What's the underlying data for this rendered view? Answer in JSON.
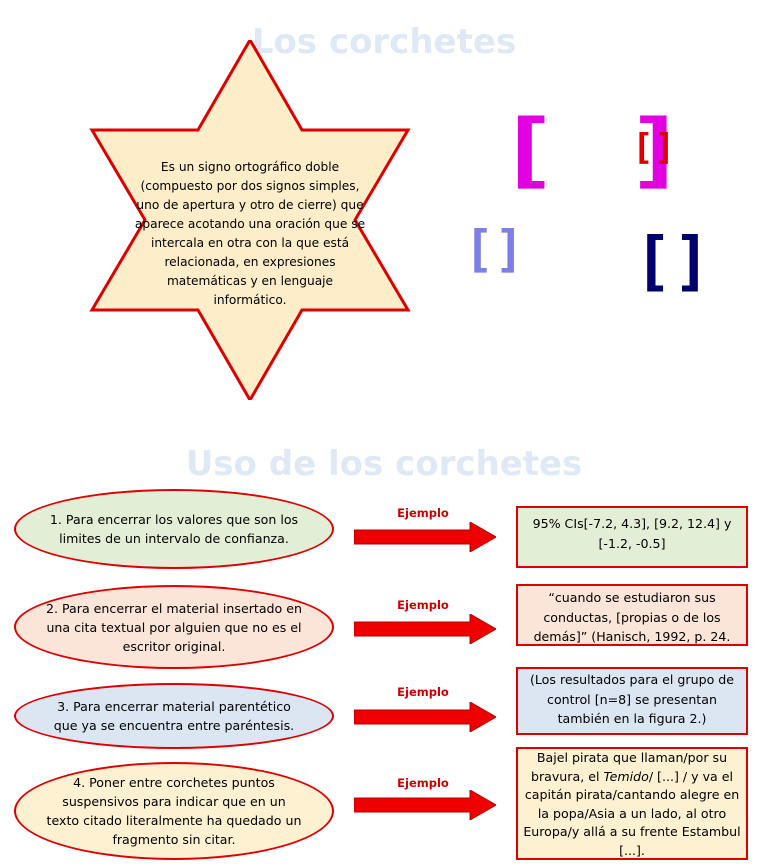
{
  "titles": {
    "main": "Los corchetes",
    "uso": "Uso de los corchetes"
  },
  "definition": "Es un signo ortográfico doble (compuesto por dos signos simples, uno de apertura y otro de cierre) que aparece acotando una oración que se intercala en otra con la que está relacionada, en expresiones matemáticas y en lenguaje informático.",
  "bracket_samples": [
    "[ ]",
    "[]",
    "[]",
    "[]"
  ],
  "colors": {
    "title": "#dfe9f6",
    "star_fill": "#fdeec9",
    "border_red": "#dd0000",
    "arrow_red": "#ee0000",
    "bracket_magenta": "#e000e0",
    "bracket_red": "#dd0000",
    "bracket_lavender": "#7b7fe6",
    "bracket_navy": "#00006e"
  },
  "uses": [
    {
      "text": "1. Para encerrar los valores que son los limites de un intervalo de confianza.",
      "label": "Ejemplo",
      "example": "95% CIs[-7.2, 4.3], [9.2, 12.4] y [-1.2, -0.5]"
    },
    {
      "text": "2. Para encerrar el material insertado en una cita textual por alguien que no es el escritor original.",
      "label": "Ejemplo",
      "example": "“cuando se estudiaron sus conductas, [propias o de los demás]” (Hanisch, 1992, p. 24."
    },
    {
      "text": "3. Para encerrar material parentético que ya se encuentra entre paréntesis.",
      "label": "Ejemplo",
      "example": "(Los resultados para el grupo de control [n=8] se presentan también en la figura 2.)"
    },
    {
      "text": "4. Poner entre corchetes puntos suspensivos para indicar que en un texto citado literalmente ha quedado un fragmento sin citar.",
      "label": "Ejemplo",
      "example_pre": "Bajel pirata que llaman/por su bravura, el ",
      "example_italic": "Temido",
      "example_post": "/ [...] / y va el capitán pirata/cantando alegre en la popa/Asia a un lado, al otro Europa/y allá a su frente Estambul [...]."
    }
  ]
}
